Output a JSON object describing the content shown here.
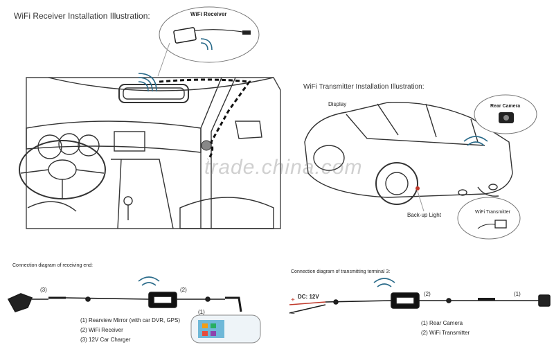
{
  "receiver_title": "WiFi Receiver Installation Illustration:",
  "transmitter_title": "WiFi Transmitter Installation Illustration:",
  "callouts": {
    "wifi_receiver": "WiFi Receiver",
    "rear_camera": "Rear Camera",
    "wifi_transmitter": "WiFi Transmitter",
    "display": "Display",
    "backup_light": "Back-up Light"
  },
  "watermark": "trade.china.com",
  "receiving": {
    "heading": "Connection diagram of receiving end:",
    "labels": {
      "n3": "(3)",
      "n2": "(2)",
      "n1": "(1)"
    },
    "legend": [
      "(1) Rearview Mirror (with car DVR, GPS)",
      "(2) WiFi Receiver",
      "(3) 12V Car Charger"
    ]
  },
  "transmitting": {
    "heading": "Connection diagram of transmitting terminal 3:",
    "dc_label": "DC: 12V",
    "plus": "+",
    "minus": "−",
    "labels": {
      "n2": "(2)",
      "n1": "(1)"
    },
    "legend": [
      "(1) Rear Camera",
      "(2) WiFi Transmitter"
    ]
  },
  "colors": {
    "line": "#333333",
    "wire": "#1a1a1a",
    "dc": "#c0392b",
    "wifi": "#2a6b8a"
  }
}
